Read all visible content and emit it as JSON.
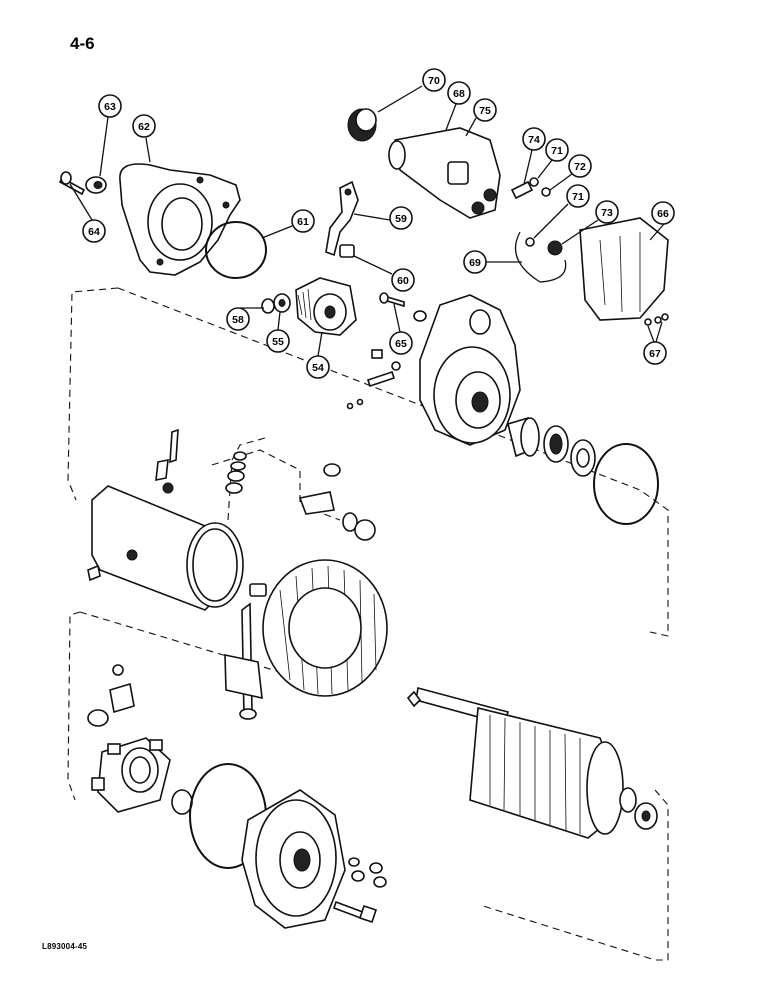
{
  "page": {
    "number": "4-6",
    "figure_code": "L893004-45"
  },
  "callouts": [
    {
      "id": "70",
      "label": "70"
    },
    {
      "id": "68",
      "label": "68"
    },
    {
      "id": "75",
      "label": "75"
    },
    {
      "id": "63",
      "label": "63"
    },
    {
      "id": "62",
      "label": "62"
    },
    {
      "id": "74",
      "label": "74"
    },
    {
      "id": "71a",
      "label": "71"
    },
    {
      "id": "72",
      "label": "72"
    },
    {
      "id": "71b",
      "label": "71"
    },
    {
      "id": "73",
      "label": "73"
    },
    {
      "id": "66",
      "label": "66"
    },
    {
      "id": "64",
      "label": "64"
    },
    {
      "id": "61",
      "label": "61"
    },
    {
      "id": "59",
      "label": "59"
    },
    {
      "id": "69",
      "label": "69"
    },
    {
      "id": "60",
      "label": "60"
    },
    {
      "id": "58",
      "label": "58"
    },
    {
      "id": "55",
      "label": "55"
    },
    {
      "id": "54",
      "label": "54"
    },
    {
      "id": "65",
      "label": "65"
    },
    {
      "id": "67",
      "label": "67"
    }
  ]
}
